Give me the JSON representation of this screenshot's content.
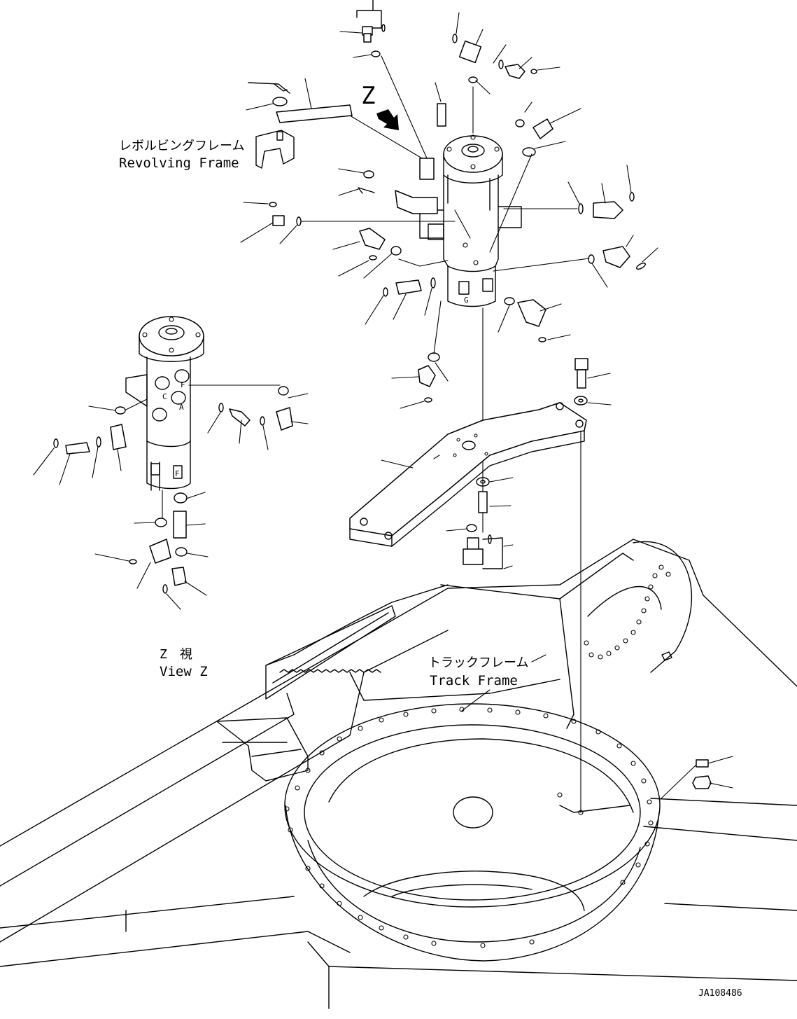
{
  "labels": {
    "revolving_frame_jp": "レボルビングフレーム",
    "revolving_frame_en": "Revolving Frame",
    "view_z_jp": "Z　視",
    "view_z_en": "View Z",
    "track_frame_jp": "トラックフレーム",
    "track_frame_en": "Track Frame",
    "z_marker": "Z",
    "drawing_number": "JA108486"
  },
  "port_letters": {
    "port_c": "C",
    "port_a": "A",
    "port_f": "F",
    "port_g": "G"
  }
}
